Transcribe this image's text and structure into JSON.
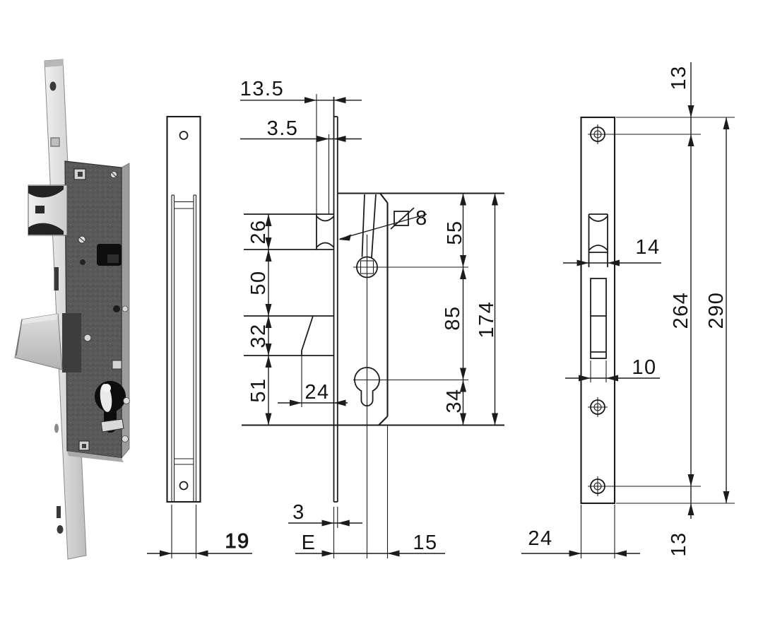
{
  "drawing": {
    "type": "technical-drawing",
    "colors": {
      "background": "#ffffff",
      "line": "#1c1c1c",
      "photo_body_gray": "#575757",
      "photo_plate_gray": "#d9d9d9"
    },
    "section_view": {
      "labels": {
        "roller_projection": "13.5",
        "faceplate_front_offset": "3.5",
        "roller_height": "26",
        "roller_to_hook": "50",
        "hook_height": "32",
        "hook_to_bottom": "51",
        "spindle_square": "8",
        "hook_projection": "24",
        "faceplate_thickness": "3",
        "backset": "E",
        "behind_cylinder": "15",
        "top_to_spindle": "55",
        "spindle_to_cylinder": "85",
        "cylinder_to_bottom": "34",
        "case_height": "174"
      }
    },
    "front_view": {
      "labels": {
        "faceplate_width": "19"
      }
    },
    "strike_view": {
      "labels": {
        "top_to_hole": "13",
        "roller_cutout_width": "14",
        "holes_span": "264",
        "plate_height": "290",
        "slot_width": "10",
        "plate_width": "24",
        "hole_to_bottom": "13"
      }
    }
  }
}
